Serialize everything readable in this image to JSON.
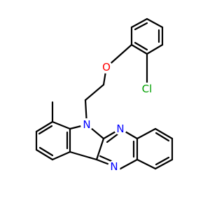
{
  "molecule": {
    "atoms": {
      "oxygen": {
        "symbol": "O",
        "color": "#ff0000"
      },
      "chlorine": {
        "symbol": "Cl",
        "color": "#00a000"
      },
      "nitrogen_indole": {
        "symbol": "N",
        "color": "#0000ff"
      },
      "nitrogen_upper": {
        "symbol": "N",
        "color": "#0000ff"
      },
      "nitrogen_lower": {
        "symbol": "N",
        "color": "#0000ff"
      }
    },
    "bond_color": "#000000"
  }
}
